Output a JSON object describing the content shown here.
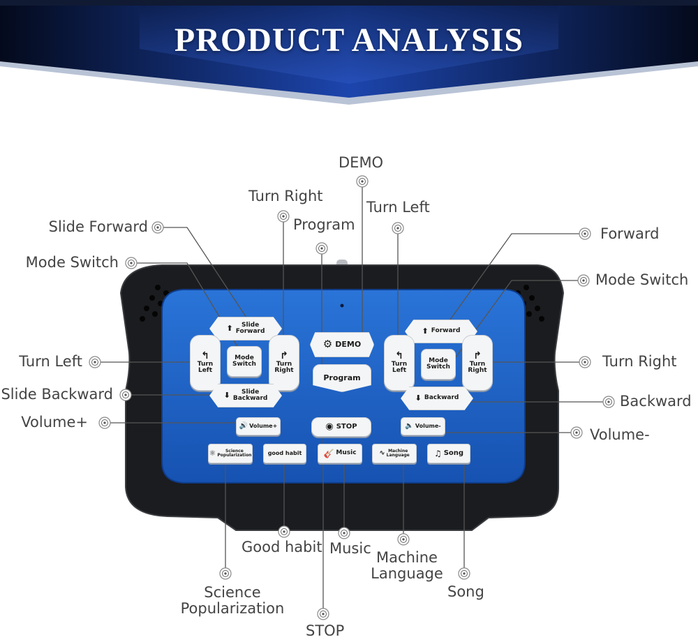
{
  "header": {
    "title": "PRODUCT ANALYSIS"
  },
  "colors": {
    "banner_dark": "#06122e",
    "banner_mid": "#1a3f9e",
    "panel_blue": "#1f63c7",
    "body_black": "#1b1c1f",
    "button_white": "#f4f5f6",
    "leader_line": "#555555"
  },
  "controller": {
    "buttons": {
      "slide_forward": "Slide\nForward",
      "turn_left_l": "Turn\nLeft",
      "mode_switch_l": "Mode\nSwitch",
      "turn_right_l": "Turn\nRight",
      "slide_backward": "Slide\nBackward",
      "volume_plus": "Volume+",
      "demo": "DEMO",
      "program": "Program",
      "stop": "STOP",
      "forward": "Forward",
      "turn_left_r": "Turn\nLeft",
      "mode_switch_r": "Mode\nSwitch",
      "turn_right_r": "Turn\nRight",
      "backward": "Backward",
      "volume_minus": "Volume-",
      "science": "Science\nPopularization",
      "good_habit": "good habit",
      "music": "Music",
      "machine_language": "Machine\nLanguage",
      "song": "Song"
    }
  },
  "callouts": {
    "slide_forward": "Slide Forward",
    "mode_switch_left": "Mode Switch",
    "turn_left_left": "Turn Left",
    "slide_backward": "Slide Backward",
    "volume_plus": "Volume+",
    "turn_right_top": "Turn Right",
    "program": "Program",
    "demo": "DEMO",
    "turn_left_top": "Turn Left",
    "forward": "Forward",
    "mode_switch_right": "Mode Switch",
    "turn_right_right": "Turn Right",
    "backward": "Backward",
    "volume_minus": "Volume-",
    "good_habit": "Good habit",
    "music": "Music",
    "machine_language": "Machine\nLanguage",
    "song": "Song",
    "science_popularization": "Science\nPopularization",
    "stop": "STOP"
  }
}
